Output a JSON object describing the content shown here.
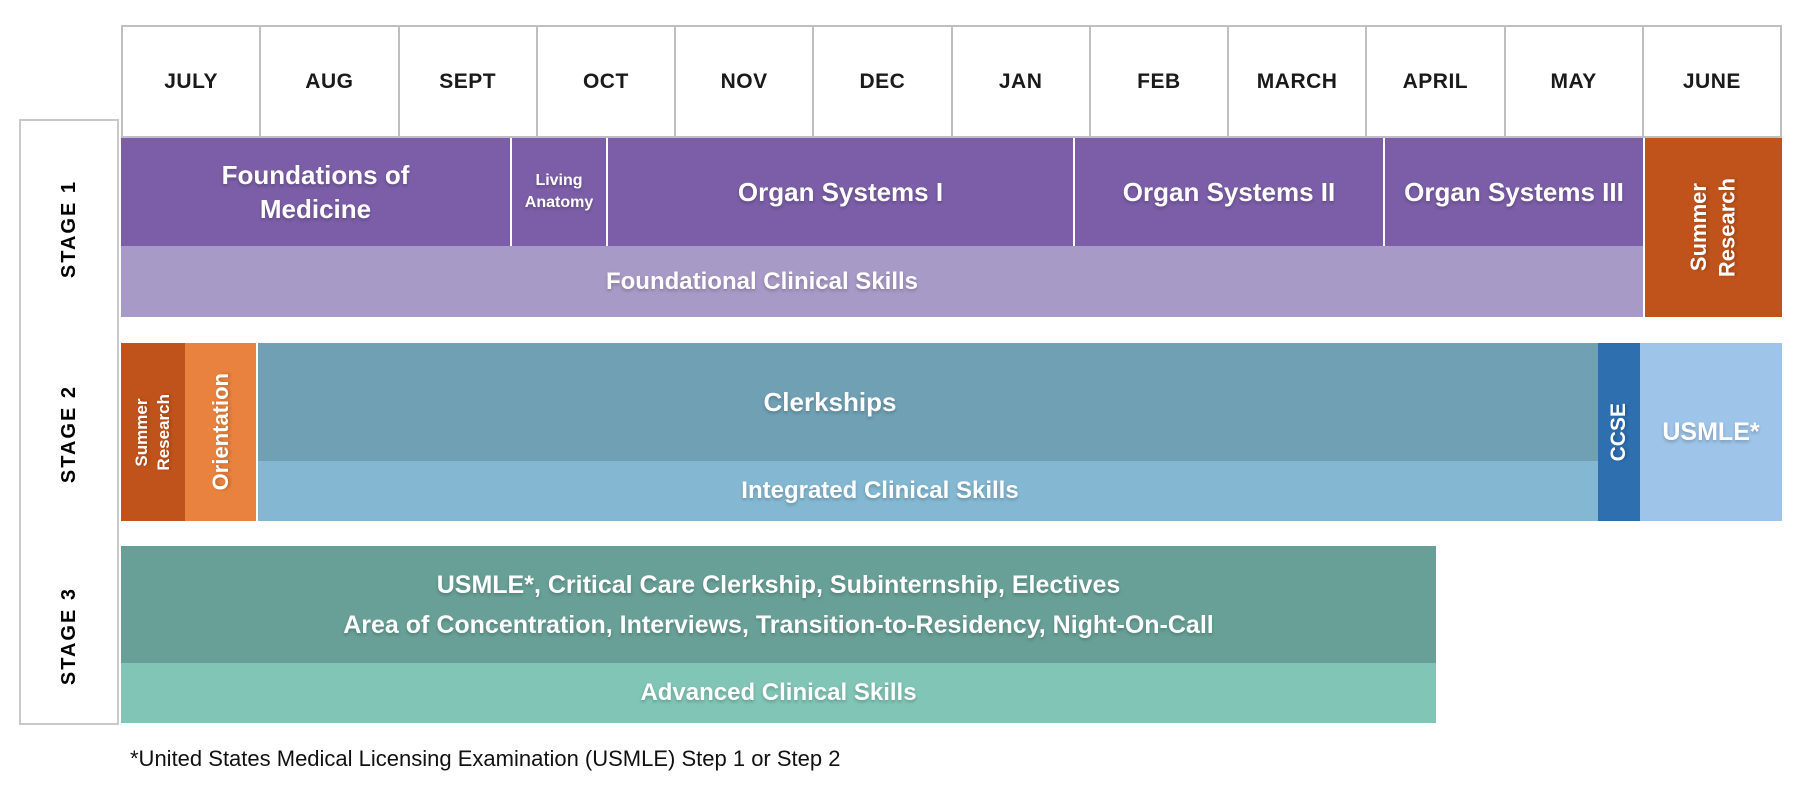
{
  "months": [
    "JULY",
    "AUG",
    "SEPT",
    "OCT",
    "NOV",
    "DEC",
    "JAN",
    "FEB",
    "MARCH",
    "APRIL",
    "MAY",
    "JUNE"
  ],
  "stage1": {
    "label": "STAGE 1",
    "foundations_line1": "Foundations of",
    "foundations_line2": "Medicine",
    "living_anatomy_line1": "Living",
    "living_anatomy_line2": "Anatomy",
    "organ_systems_1": "Organ Systems I",
    "organ_systems_2": "Organ Systems II",
    "organ_systems_3": "Organ Systems III",
    "summer_research_line1": "Summer",
    "summer_research_line2": "Research",
    "foundational_clinical_skills": "Foundational Clinical Skills"
  },
  "stage2": {
    "label": "STAGE 2",
    "summer_research_line1": "Summer",
    "summer_research_line2": "Research",
    "orientation": "Orientation",
    "clerkships": "Clerkships",
    "integrated_clinical_skills": "Integrated Clinical Skills",
    "ccse": "CCSE",
    "usmle": "USMLE*"
  },
  "stage3": {
    "label": "STAGE 3",
    "line1": "USMLE*, Critical Care Clerkship, Subinternship, Electives",
    "line2": "Area of Concentration, Interviews, Transition-to-Residency, Night-On-Call",
    "advanced_clinical_skills": "Advanced Clinical Skills"
  },
  "footnote": "*United States Medical Licensing Examination (USMLE) Step 1 or Step 2",
  "colors": {
    "purple_dark": "#7B5EA7",
    "purple_light": "#A89AC6",
    "orange_dark": "#C0531B",
    "orange_light": "#E8823E",
    "teal": "#6FA0B4",
    "blue_light": "#84B8D2",
    "blue_dark": "#2E6FB0",
    "blue_pale": "#9EC4E9",
    "green": "#68A097",
    "green_light": "#80C5B6",
    "header_border": "#BFBFBF"
  }
}
